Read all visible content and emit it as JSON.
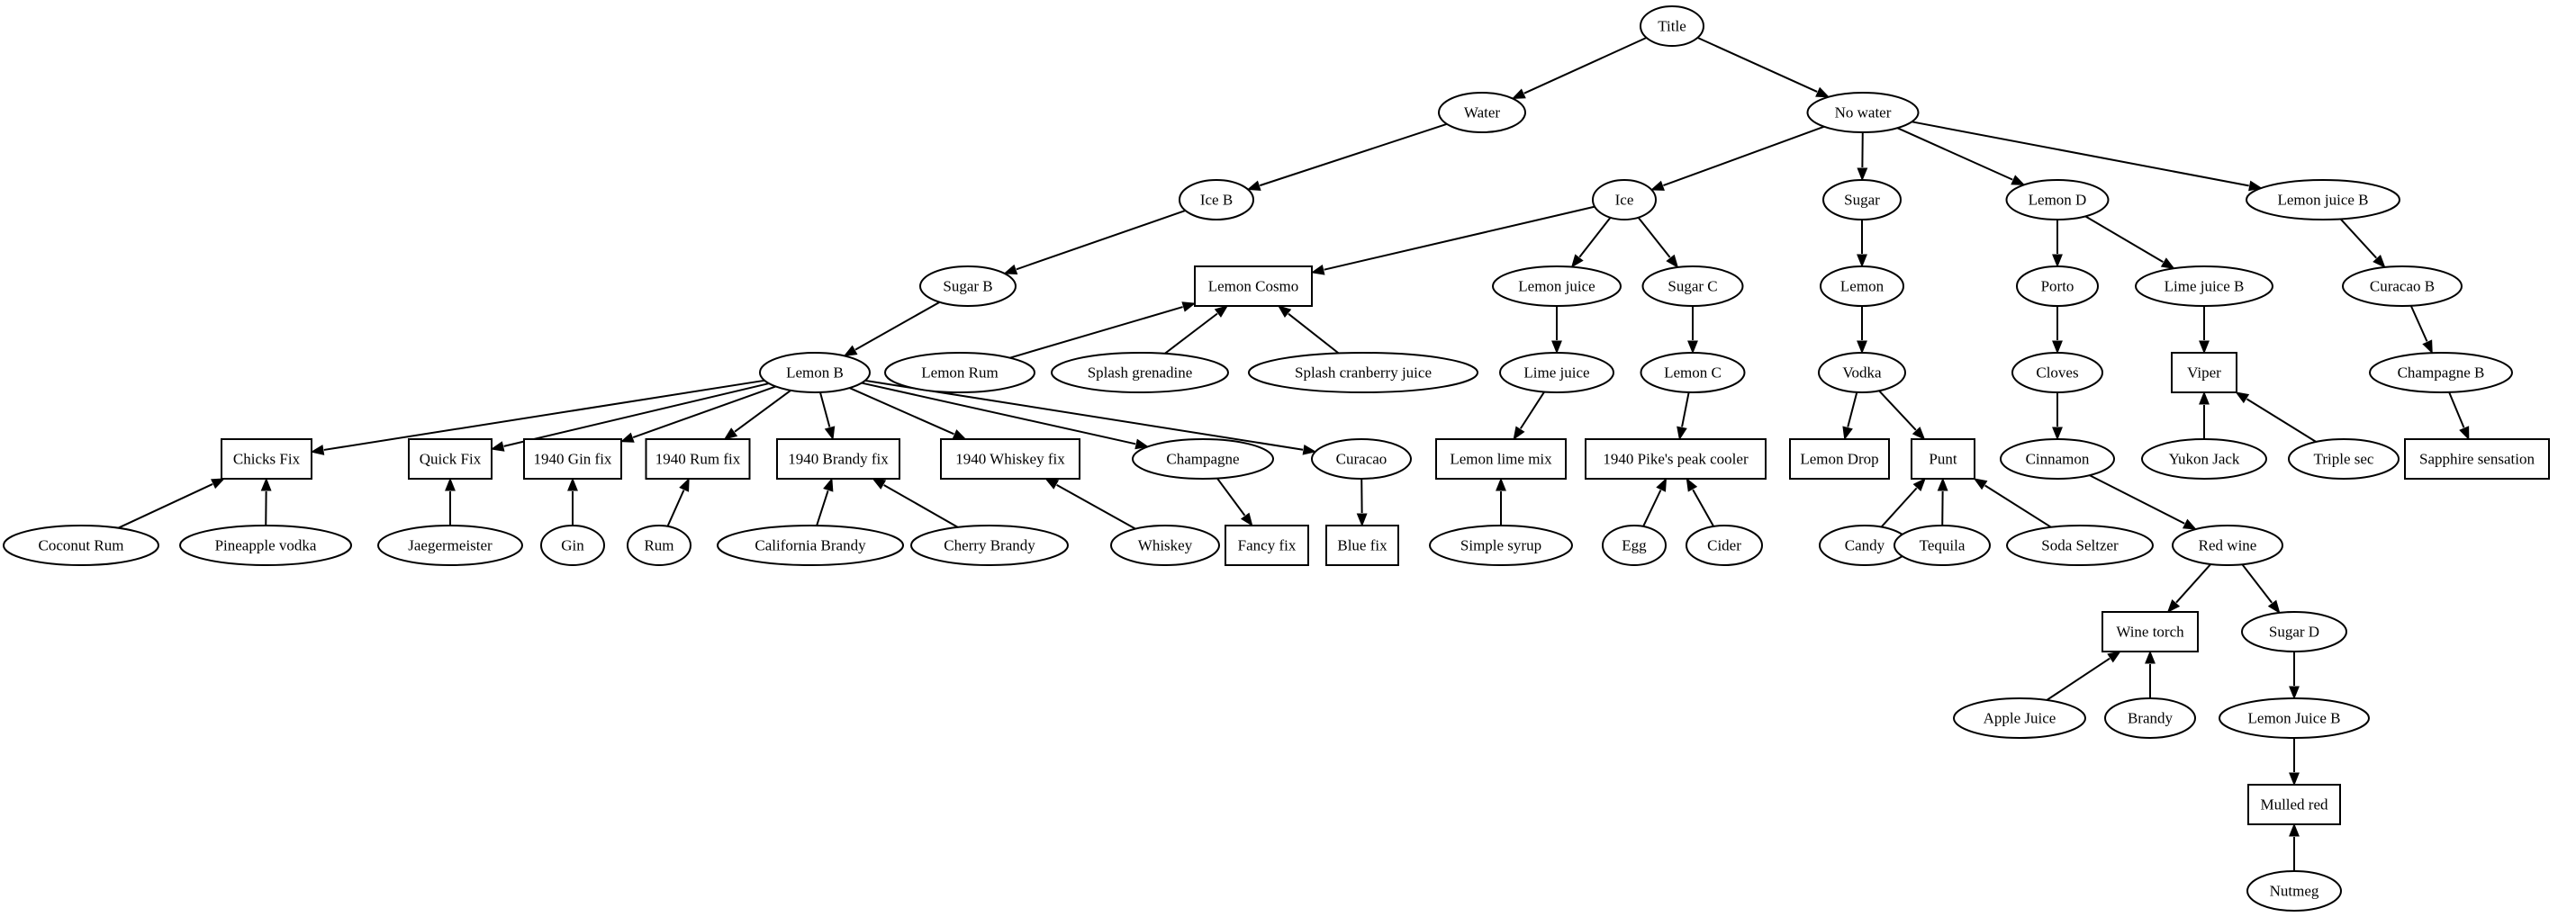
{
  "diagram": {
    "type": "directed-graph",
    "nodes": [
      {
        "id": "title",
        "label": "Title",
        "shape": "ellipse"
      },
      {
        "id": "water",
        "label": "Water",
        "shape": "ellipse"
      },
      {
        "id": "no_water",
        "label": "No water",
        "shape": "ellipse"
      },
      {
        "id": "ice_b",
        "label": "Ice B",
        "shape": "ellipse"
      },
      {
        "id": "ice",
        "label": "Ice",
        "shape": "ellipse"
      },
      {
        "id": "sugar",
        "label": "Sugar",
        "shape": "ellipse"
      },
      {
        "id": "lemon_d",
        "label": "Lemon D",
        "shape": "ellipse"
      },
      {
        "id": "lemon_juice_b",
        "label": "Lemon juice B",
        "shape": "ellipse"
      },
      {
        "id": "sugar_b",
        "label": "Sugar B",
        "shape": "ellipse"
      },
      {
        "id": "lemon_cosmo",
        "label": "Lemon Cosmo",
        "shape": "box"
      },
      {
        "id": "lemon_juice",
        "label": "Lemon juice",
        "shape": "ellipse"
      },
      {
        "id": "sugar_c",
        "label": "Sugar C",
        "shape": "ellipse"
      },
      {
        "id": "lemon",
        "label": "Lemon",
        "shape": "ellipse"
      },
      {
        "id": "porto",
        "label": "Porto",
        "shape": "ellipse"
      },
      {
        "id": "lime_juice_b",
        "label": "Lime juice B",
        "shape": "ellipse"
      },
      {
        "id": "curacao_b",
        "label": "Curacao B",
        "shape": "ellipse"
      },
      {
        "id": "lemon_b",
        "label": "Lemon B",
        "shape": "ellipse"
      },
      {
        "id": "lemon_rum",
        "label": "Lemon Rum",
        "shape": "ellipse"
      },
      {
        "id": "splash_grenadine",
        "label": "Splash grenadine",
        "shape": "ellipse"
      },
      {
        "id": "splash_cranberry",
        "label": "Splash cranberry juice",
        "shape": "ellipse"
      },
      {
        "id": "lime_juice",
        "label": "Lime juice",
        "shape": "ellipse"
      },
      {
        "id": "lemon_c",
        "label": "Lemon C",
        "shape": "ellipse"
      },
      {
        "id": "vodka",
        "label": "Vodka",
        "shape": "ellipse"
      },
      {
        "id": "cloves",
        "label": "Cloves",
        "shape": "ellipse"
      },
      {
        "id": "viper",
        "label": "Viper",
        "shape": "box"
      },
      {
        "id": "champagne_b",
        "label": "Champagne B",
        "shape": "ellipse"
      },
      {
        "id": "chicks_fix",
        "label": "Chicks Fix",
        "shape": "box"
      },
      {
        "id": "quick_fix",
        "label": "Quick Fix",
        "shape": "box"
      },
      {
        "id": "gin_fix",
        "label": "1940 Gin fix",
        "shape": "box"
      },
      {
        "id": "rum_fix",
        "label": "1940 Rum fix",
        "shape": "box"
      },
      {
        "id": "brandy_fix",
        "label": "1940 Brandy fix",
        "shape": "box"
      },
      {
        "id": "whiskey_fix",
        "label": "1940 Whiskey fix",
        "shape": "box"
      },
      {
        "id": "champagne",
        "label": "Champagne",
        "shape": "ellipse"
      },
      {
        "id": "curacao",
        "label": "Curacao",
        "shape": "ellipse"
      },
      {
        "id": "lemon_lime_mix",
        "label": "Lemon lime mix",
        "shape": "box"
      },
      {
        "id": "pikes_peak",
        "label": "1940 Pike's peak cooler",
        "shape": "box"
      },
      {
        "id": "lemon_drop",
        "label": "Lemon Drop",
        "shape": "box"
      },
      {
        "id": "punt",
        "label": "Punt",
        "shape": "box"
      },
      {
        "id": "cinnamon",
        "label": "Cinnamon",
        "shape": "ellipse"
      },
      {
        "id": "yukon_jack",
        "label": "Yukon Jack",
        "shape": "ellipse"
      },
      {
        "id": "triple_sec",
        "label": "Triple sec",
        "shape": "ellipse"
      },
      {
        "id": "sapphire",
        "label": "Sapphire sensation",
        "shape": "box"
      },
      {
        "id": "coconut_rum",
        "label": "Coconut Rum",
        "shape": "ellipse"
      },
      {
        "id": "pineapple_vodka",
        "label": "Pineapple vodka",
        "shape": "ellipse"
      },
      {
        "id": "jaegermeister",
        "label": "Jaegermeister",
        "shape": "ellipse"
      },
      {
        "id": "gin",
        "label": "Gin",
        "shape": "ellipse"
      },
      {
        "id": "rum",
        "label": "Rum",
        "shape": "ellipse"
      },
      {
        "id": "california_brandy",
        "label": "California Brandy",
        "shape": "ellipse"
      },
      {
        "id": "cherry_brandy",
        "label": "Cherry Brandy",
        "shape": "ellipse"
      },
      {
        "id": "whiskey",
        "label": "Whiskey",
        "shape": "ellipse"
      },
      {
        "id": "fancy_fix",
        "label": "Fancy fix",
        "shape": "box"
      },
      {
        "id": "blue_fix",
        "label": "Blue fix",
        "shape": "box"
      },
      {
        "id": "simple_syrup",
        "label": "Simple syrup",
        "shape": "ellipse"
      },
      {
        "id": "egg",
        "label": "Egg",
        "shape": "ellipse"
      },
      {
        "id": "cider",
        "label": "Cider",
        "shape": "ellipse"
      },
      {
        "id": "candy",
        "label": "Candy",
        "shape": "ellipse"
      },
      {
        "id": "tequila",
        "label": "Tequila",
        "shape": "ellipse"
      },
      {
        "id": "soda_seltzer",
        "label": "Soda Seltzer",
        "shape": "ellipse"
      },
      {
        "id": "red_wine",
        "label": "Red wine",
        "shape": "ellipse"
      },
      {
        "id": "wine_torch",
        "label": "Wine torch",
        "shape": "box"
      },
      {
        "id": "sugar_d",
        "label": "Sugar D",
        "shape": "ellipse"
      },
      {
        "id": "apple_juice",
        "label": "Apple Juice",
        "shape": "ellipse"
      },
      {
        "id": "brandy",
        "label": "Brandy",
        "shape": "ellipse"
      },
      {
        "id": "lemon_juice_b2",
        "label": "Lemon Juice B",
        "shape": "ellipse"
      },
      {
        "id": "mulled_red",
        "label": "Mulled red",
        "shape": "box"
      },
      {
        "id": "nutmeg",
        "label": "Nutmeg",
        "shape": "ellipse"
      }
    ],
    "edges": [
      [
        "title",
        "water"
      ],
      [
        "title",
        "no_water"
      ],
      [
        "water",
        "ice_b"
      ],
      [
        "ice_b",
        "sugar_b"
      ],
      [
        "sugar_b",
        "lemon_b"
      ],
      [
        "no_water",
        "ice"
      ],
      [
        "no_water",
        "sugar"
      ],
      [
        "no_water",
        "lemon_d"
      ],
      [
        "no_water",
        "lemon_juice_b"
      ],
      [
        "ice",
        "lemon_cosmo"
      ],
      [
        "ice",
        "lemon_juice"
      ],
      [
        "ice",
        "sugar_c"
      ],
      [
        "lemon_rum",
        "lemon_cosmo"
      ],
      [
        "splash_grenadine",
        "lemon_cosmo"
      ],
      [
        "splash_cranberry",
        "lemon_cosmo"
      ],
      [
        "lemon_juice",
        "lime_juice"
      ],
      [
        "lime_juice",
        "lemon_lime_mix"
      ],
      [
        "simple_syrup",
        "lemon_lime_mix"
      ],
      [
        "sugar_c",
        "lemon_c"
      ],
      [
        "lemon_c",
        "pikes_peak"
      ],
      [
        "egg",
        "pikes_peak"
      ],
      [
        "cider",
        "pikes_peak"
      ],
      [
        "sugar",
        "lemon"
      ],
      [
        "lemon",
        "vodka"
      ],
      [
        "vodka",
        "lemon_drop"
      ],
      [
        "vodka",
        "punt"
      ],
      [
        "candy",
        "punt"
      ],
      [
        "tequila",
        "punt"
      ],
      [
        "soda_seltzer",
        "punt"
      ],
      [
        "lemon_d",
        "porto"
      ],
      [
        "lemon_d",
        "lime_juice_b"
      ],
      [
        "porto",
        "cloves"
      ],
      [
        "cloves",
        "cinnamon"
      ],
      [
        "cinnamon",
        "red_wine"
      ],
      [
        "red_wine",
        "wine_torch"
      ],
      [
        "red_wine",
        "sugar_d"
      ],
      [
        "apple_juice",
        "wine_torch"
      ],
      [
        "brandy",
        "wine_torch"
      ],
      [
        "sugar_d",
        "lemon_juice_b2"
      ],
      [
        "lemon_juice_b2",
        "mulled_red"
      ],
      [
        "nutmeg",
        "mulled_red"
      ],
      [
        "lime_juice_b",
        "viper"
      ],
      [
        "yukon_jack",
        "viper"
      ],
      [
        "triple_sec",
        "viper"
      ],
      [
        "lemon_juice_b",
        "curacao_b"
      ],
      [
        "curacao_b",
        "champagne_b"
      ],
      [
        "champagne_b",
        "sapphire"
      ],
      [
        "lemon_b",
        "chicks_fix"
      ],
      [
        "lemon_b",
        "quick_fix"
      ],
      [
        "lemon_b",
        "gin_fix"
      ],
      [
        "lemon_b",
        "rum_fix"
      ],
      [
        "lemon_b",
        "brandy_fix"
      ],
      [
        "lemon_b",
        "whiskey_fix"
      ],
      [
        "lemon_b",
        "champagne"
      ],
      [
        "lemon_b",
        "curacao"
      ],
      [
        "coconut_rum",
        "chicks_fix"
      ],
      [
        "pineapple_vodka",
        "chicks_fix"
      ],
      [
        "jaegermeister",
        "quick_fix"
      ],
      [
        "gin",
        "gin_fix"
      ],
      [
        "rum",
        "rum_fix"
      ],
      [
        "california_brandy",
        "brandy_fix"
      ],
      [
        "cherry_brandy",
        "brandy_fix"
      ],
      [
        "whiskey",
        "whiskey_fix"
      ],
      [
        "champagne",
        "fancy_fix"
      ],
      [
        "curacao",
        "blue_fix"
      ]
    ]
  }
}
